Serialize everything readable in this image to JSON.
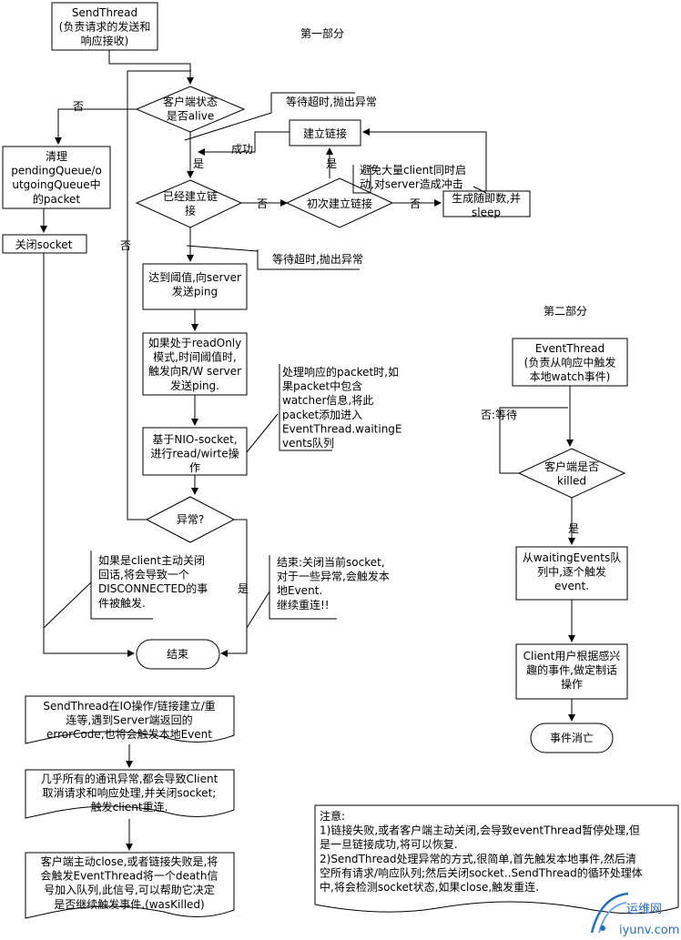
{
  "sections": {
    "part1": "第一部分",
    "part2": "第二部分"
  },
  "nodes": {
    "sendthread": [
      "SendThread",
      "(负责请求的发送和",
      "响应接收)"
    ],
    "alive_check": [
      "客户端状态",
      "是否alive"
    ],
    "clear_queue": [
      "清理",
      "pendingQueue/o",
      "utgoingQueue中",
      "的packet"
    ],
    "close_socket": [
      "关闭socket"
    ],
    "connected_check": [
      "已经建立链",
      "接"
    ],
    "first_connect_check": [
      "初次建立链接"
    ],
    "establish_link": [
      "建立链接"
    ],
    "random_sleep": [
      "生成随即数,并",
      "sleep"
    ],
    "send_ping": [
      "达到阈值,向server",
      "发送ping"
    ],
    "readonly_ping": [
      "如果处于readOnly",
      "模式,时间阈值时,",
      "触发向R/W server",
      "发送ping."
    ],
    "nio_rw": [
      "基于NIO-socket,",
      "进行read/wirte操",
      "作"
    ],
    "exception_check": [
      "异常?"
    ],
    "end": [
      "结束"
    ],
    "eventthread": [
      "EventThread",
      "(负责从响应中触发",
      "本地watch事件)"
    ],
    "killed_check": [
      "客户端是否",
      "killed"
    ],
    "trigger_events": [
      "从waitingEvents队",
      "列中,逐个触发",
      "event."
    ],
    "client_process": [
      "Client用户根据感兴",
      "趣的事件,做定制话",
      "操作"
    ],
    "event_end": [
      "事件消亡"
    ]
  },
  "annotations": {
    "wait_timeout_1": [
      "等待超时,抛出异常"
    ],
    "wait_timeout_2": [
      "等待超时,抛出异常"
    ],
    "avoid_flood": [
      "避免大量client同时启",
      "动,对server造成冲击"
    ],
    "watcher_packet": [
      "处理响应的packet时,如",
      "果packet中包含",
      "watcher信息,将此",
      "packet添加进入",
      "EventThread.waitingE",
      "vents队列"
    ],
    "client_close": [
      "如果是client主动关闭",
      "回话,将会导致一个",
      "DISCONNECTED的事",
      "件被触发."
    ],
    "end_close": [
      "结束:关闭当前socket,",
      "对于一些异常,会触发本",
      "地Event.",
      "继续重连!!"
    ]
  },
  "edge_labels": {
    "no_1": "否",
    "success": "成功",
    "yes_1": "是",
    "no_2": "否",
    "no_3": "否",
    "yes_2": "是",
    "no_4": "否",
    "yes_3": "是",
    "no_wait": "否:等待",
    "yes_4": "是"
  },
  "bottom_notes": {
    "note1": [
      "SendThread在IO操作/链接建立/重",
      "连等,遇到Server端返回的",
      "errorCode,也将会触发本地Event"
    ],
    "note2": [
      "几乎所有的通讯异常,都会导致Client",
      "取消请求和响应处理,并关闭socket;",
      "触发client重连."
    ],
    "note3": [
      "客户端主动close,或者链接失败是,将",
      "会触发EventThread将一个death信",
      "号加入队列,此信号,可以帮助它决定",
      "是否继续触发事件.(wasKilled)"
    ],
    "note4": [
      "注意:",
      "1)链接失败,或者客户端主动关闭,会导致eventThread暂停处理,但",
      "是一旦链接成功,将可以恢复.",
      "2)SendThread处理异常的方式,很简单,首先触发本地事件,然后清",
      "空所有请求/响应队列;然后关闭socket..SendThread的循环处理体",
      "中,将会检测socket状态,如果close,触发重连."
    ]
  },
  "watermark": {
    "brand": "运维网",
    "site": "iyunv.com"
  }
}
